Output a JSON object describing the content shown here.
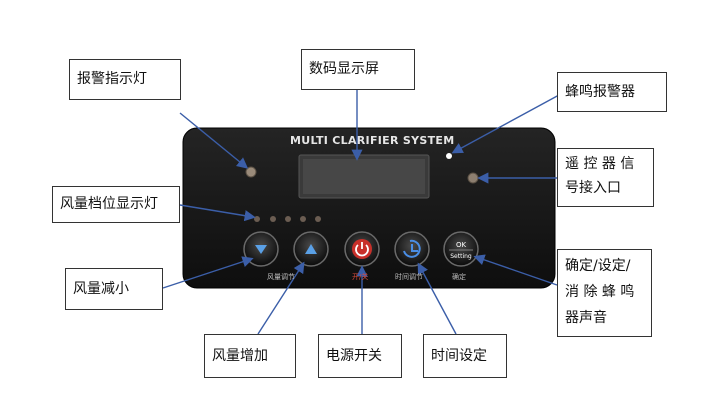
{
  "panel": {
    "title": "MULTI CLARIFIER SYSTEM",
    "button_labels": {
      "fan_speed": "风量调节",
      "power": "开/关",
      "timer": "时间调节",
      "confirm": "确定"
    },
    "ok_button": {
      "top": "OK",
      "bottom": "Setting"
    }
  },
  "callouts": {
    "alarm_light": "报警指示灯",
    "display": "数码显示屏",
    "buzzer": "蜂鸣报警器",
    "fan_level_light": "风量档位显示灯",
    "remote_port_line1": "遥 控 器 信",
    "remote_port_line2": "号接入口",
    "fan_down": "风量减小",
    "fan_up": "风量增加",
    "power": "电源开关",
    "timer": "时间设定",
    "confirm_line1": "确定/设定/",
    "confirm_line2": "消 除 蜂 鸣",
    "confirm_line3": "器声音"
  },
  "colors": {
    "panel": "#151515",
    "power_red": "#d43a2e",
    "timer_blue": "#2f6fd1",
    "leader": "#3b5ea8"
  }
}
